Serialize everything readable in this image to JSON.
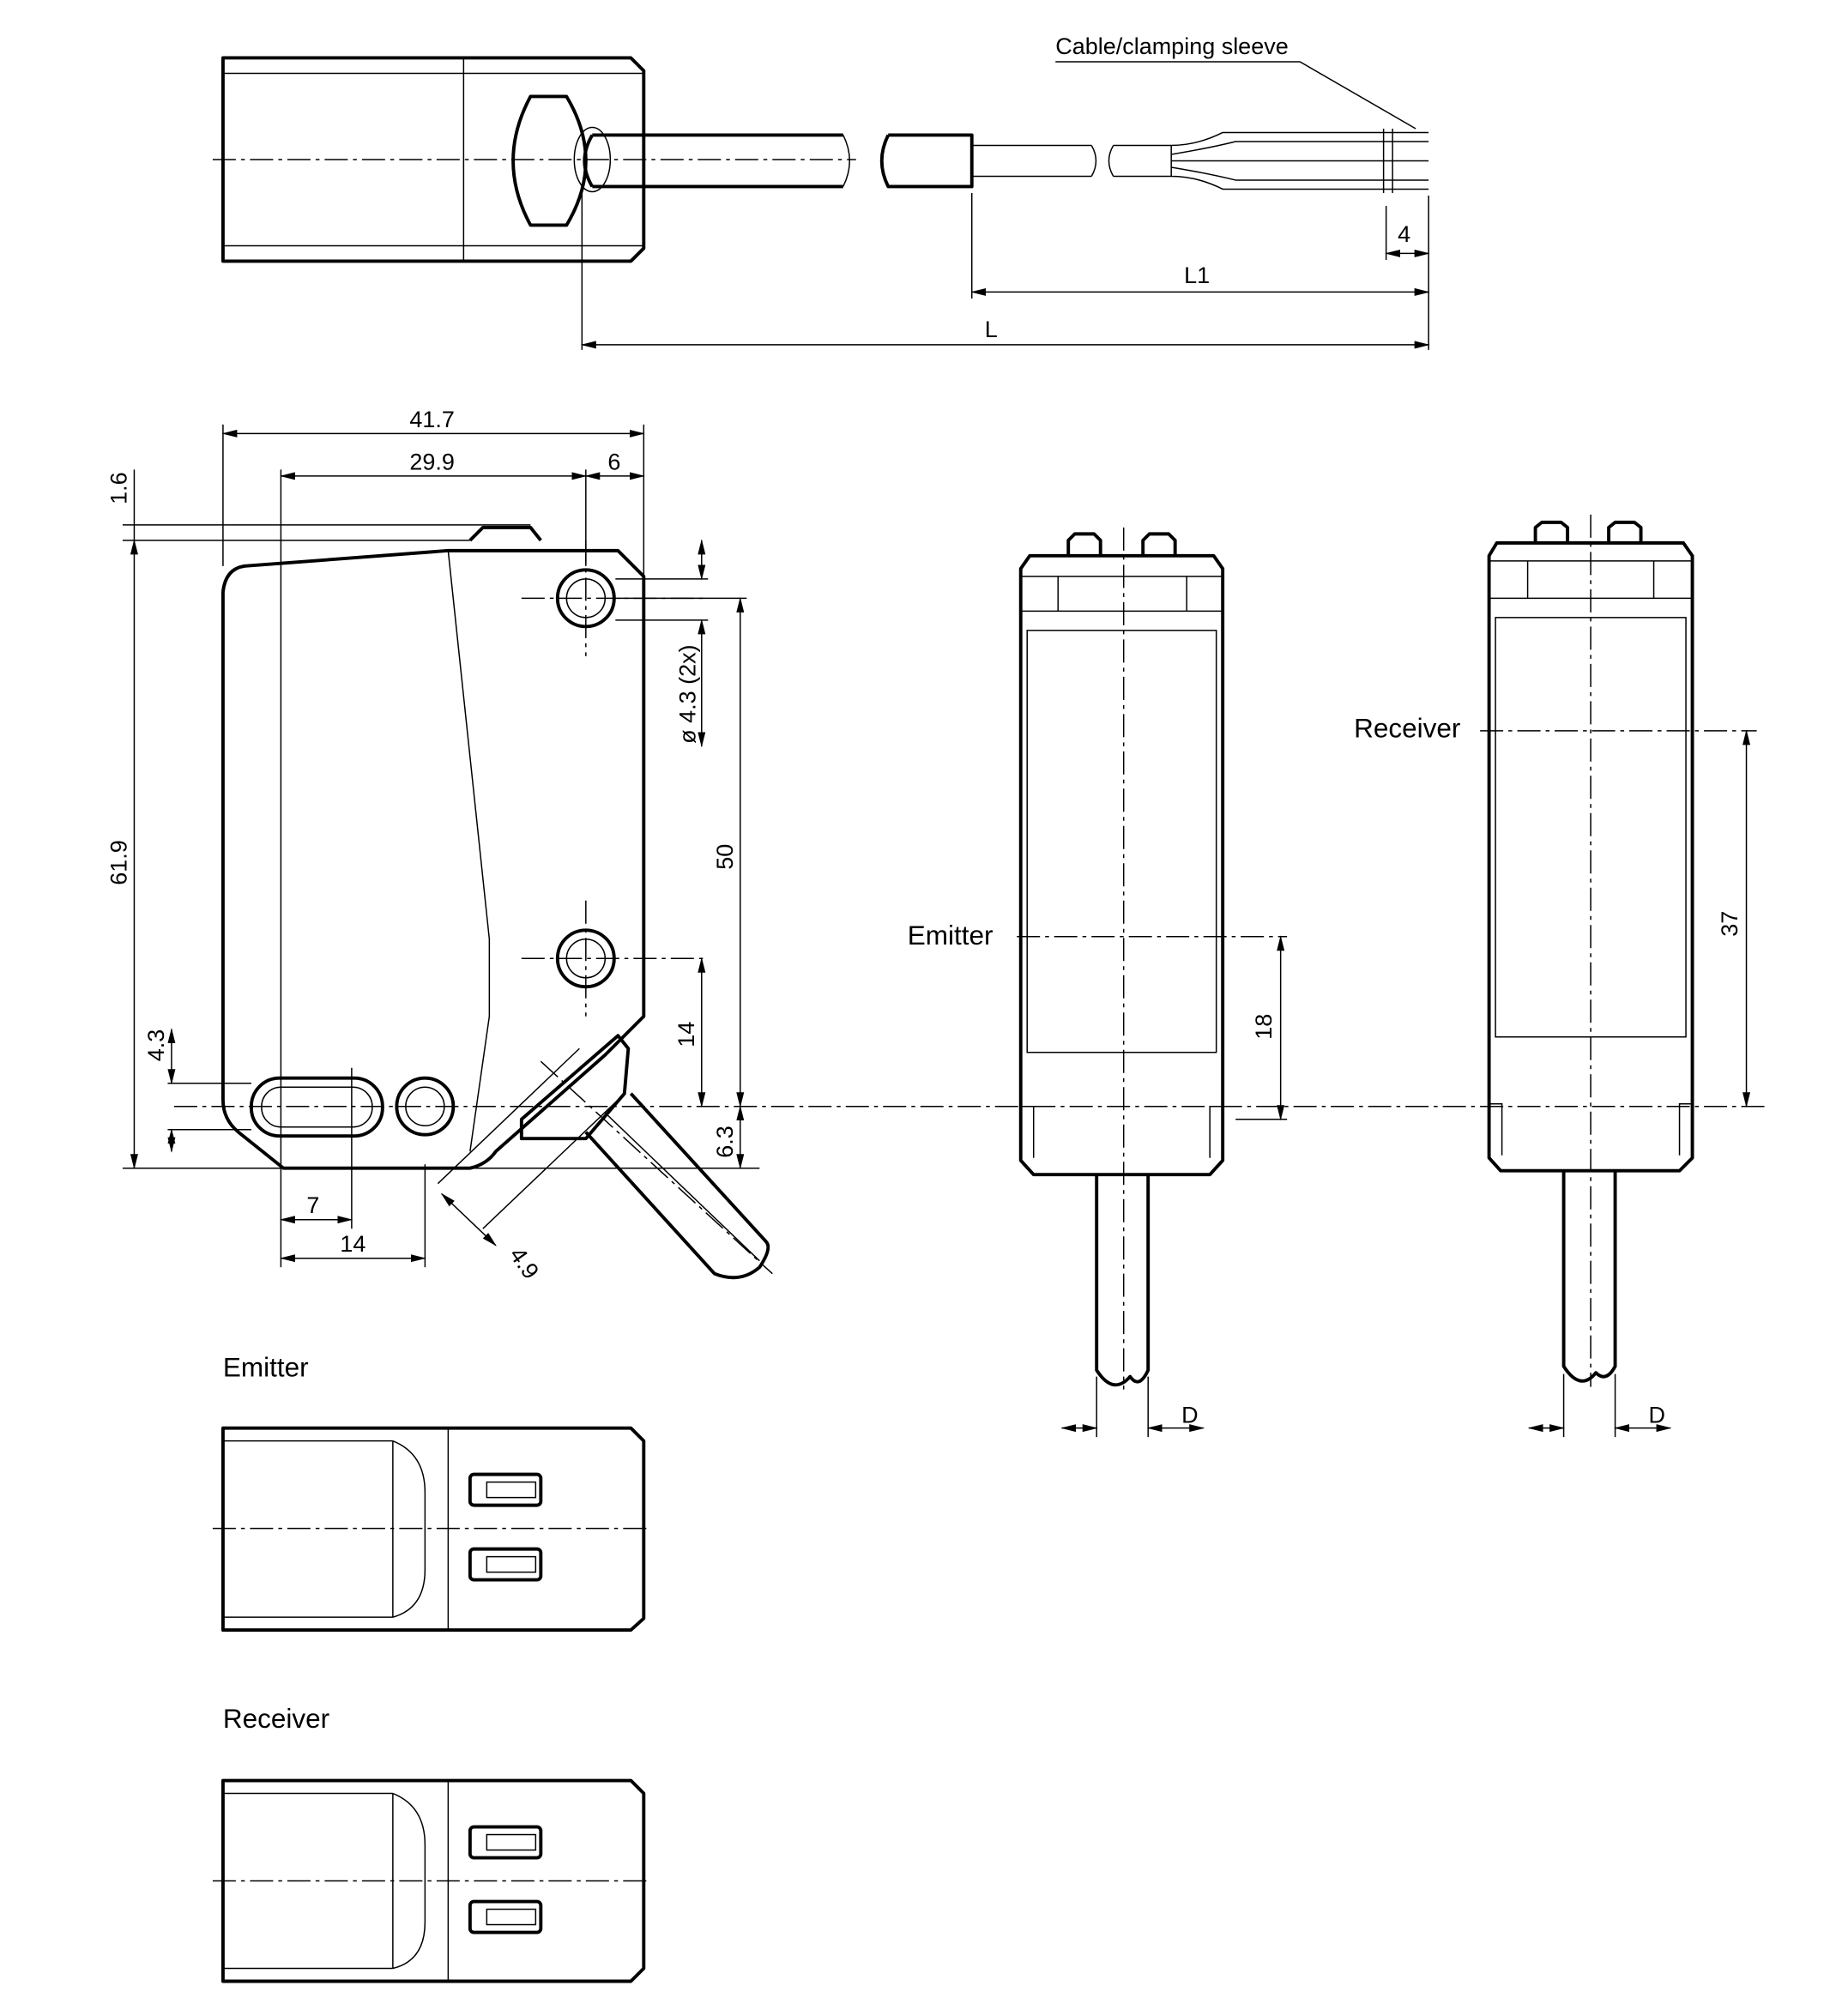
{
  "labels": {
    "cable_sleeve": "Cable/clamping sleeve",
    "emitter": "Emitter",
    "receiver": "Receiver",
    "emitter_title": "Emitter",
    "receiver_title": "Receiver"
  },
  "dimensions": {
    "d4": "4",
    "L1": "L1",
    "L": "L",
    "w41_7": "41.7",
    "w29_9": "29.9",
    "w6": "6",
    "h1_6": "1.6",
    "h61_9": "61.9",
    "hole": "ø 4.3 (2x)",
    "h50": "50",
    "h14": "14",
    "h6_3": "6.3",
    "h4_3": "4.3",
    "w7": "7",
    "w14": "14",
    "d4_9": "4.9",
    "h18": "18",
    "h37": "37",
    "D1": "D",
    "D2": "D"
  }
}
